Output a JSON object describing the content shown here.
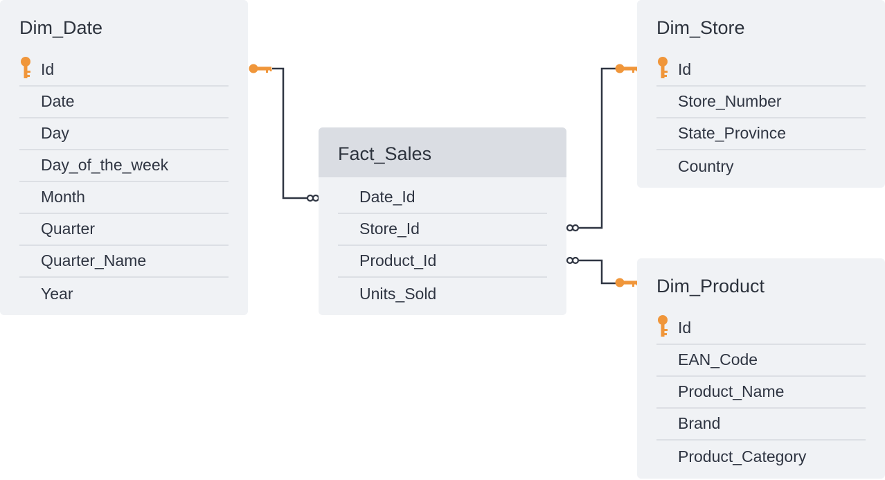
{
  "tables": {
    "dim_date": {
      "title": "Dim_Date",
      "fields": [
        "Id",
        "Date",
        "Day",
        "Day_of_the_week",
        "Month",
        "Quarter",
        "Quarter_Name",
        "Year"
      ]
    },
    "fact_sales": {
      "title": "Fact_Sales",
      "fields": [
        "Date_Id",
        "Store_Id",
        "Product_Id",
        "Units_Sold"
      ]
    },
    "dim_store": {
      "title": "Dim_Store",
      "fields": [
        "Id",
        "Store_Number",
        "State_Province",
        "Country"
      ]
    },
    "dim_product": {
      "title": "Dim_Product",
      "fields": [
        "Id",
        "EAN_Code",
        "Product_Name",
        "Brand",
        "Product_Category"
      ]
    }
  },
  "relationships": [
    {
      "from": "Fact_Sales.Date_Id",
      "to": "Dim_Date.Id",
      "cardinality": "many-to-one"
    },
    {
      "from": "Fact_Sales.Store_Id",
      "to": "Dim_Store.Id",
      "cardinality": "many-to-one"
    },
    {
      "from": "Fact_Sales.Product_Id",
      "to": "Dim_Product.Id",
      "cardinality": "many-to-one"
    }
  ],
  "colors": {
    "card_background": "#f0f2f5",
    "fact_header": "#dadde3",
    "divider": "#dcdfe4",
    "connector_line": "#2f3542",
    "key_icon": "#f0963a"
  },
  "icons": {
    "primary_key": "key-icon",
    "many_end": "infinity-icon"
  }
}
